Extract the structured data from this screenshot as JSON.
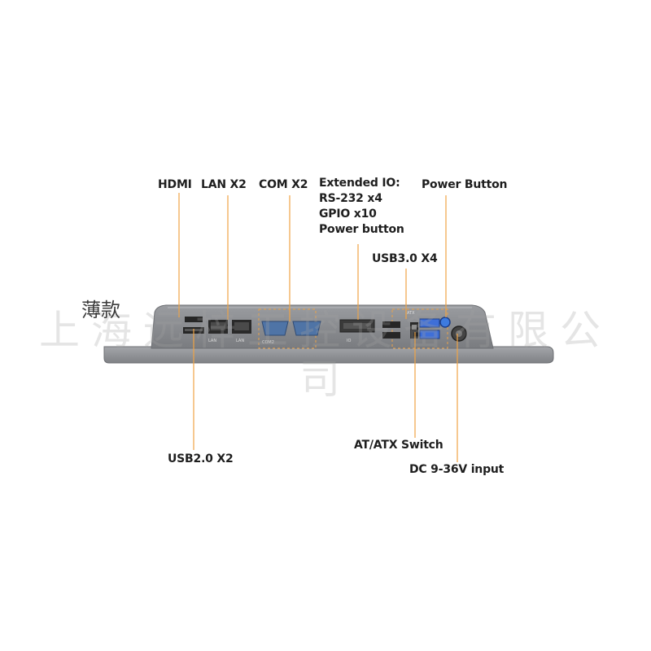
{
  "variant_label": "薄款",
  "watermark_text": "上海远梓工控设备有限公司",
  "callouts": {
    "hdmi": "HDMI",
    "lan": "LAN X2",
    "com": "COM X2",
    "extended_io": "Extended IO:\nRS-232 x4\nGPIO x10\nPower button",
    "power_button": "Power Button",
    "usb3": "USB3.0 X4",
    "usb2": "USB2.0 X2",
    "at_atx": "AT/ATX Switch",
    "dc_input": "DC 9-36V input"
  },
  "colors": {
    "leader_line": "#f0a445",
    "chassis": "#8b8d91",
    "chassis_edge": "#6d6f73",
    "port_frame": "#e9a24a",
    "com_port": "#4f74a6",
    "usb3_blue": "#3f6fd8",
    "label_text": "#1e1e1e"
  },
  "icons": [
    "hdmi-port-icon",
    "usb-port-icon",
    "lan-port-icon",
    "serial-port-icon",
    "power-button-icon",
    "dc-jack-icon",
    "toggle-switch-icon"
  ]
}
